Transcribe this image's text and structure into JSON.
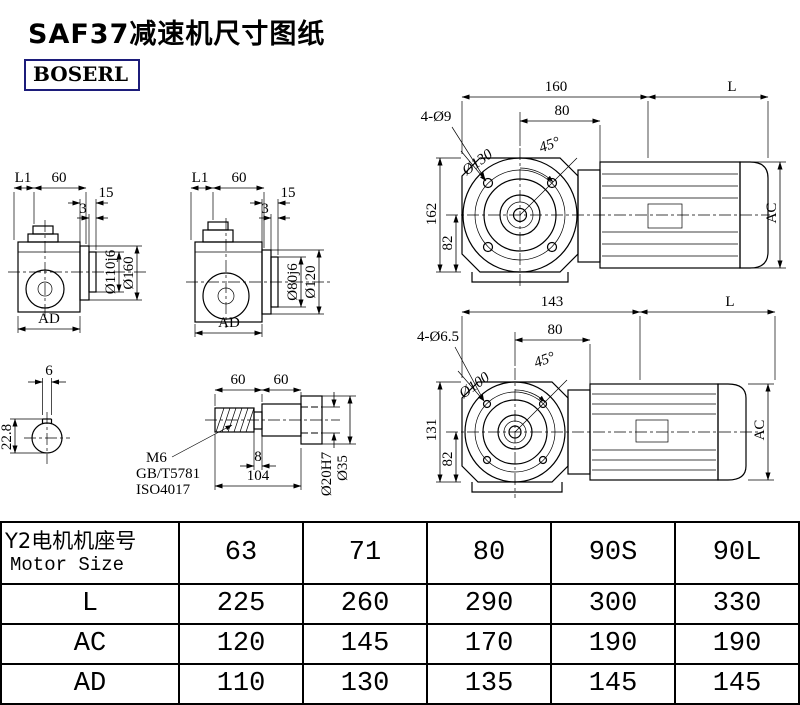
{
  "page": {
    "title": "SAF37减速机尺寸图纸",
    "logo": "BOSERL"
  },
  "dims": {
    "v1": {
      "l1": "L1",
      "s60": "60",
      "s15": "15",
      "s3": "3",
      "d1": "Ø110j6",
      "d2": "Ø160",
      "ad": "AD"
    },
    "v2": {
      "l1": "L1",
      "s60": "60",
      "s15": "15",
      "s3": "3",
      "d1": "Ø80j6",
      "d2": "Ø120",
      "ad": "AD"
    },
    "v3": {
      "w": "160",
      "L": "L",
      "holes": "4-Ø9",
      "s80": "80",
      "ang": "45°",
      "bc": "Ø130",
      "h": "162",
      "h2": "82",
      "ac": "AC"
    },
    "v4": {
      "w": "143",
      "L": "L",
      "holes": "4-Ø6.5",
      "s80": "80",
      "ang": "45°",
      "bc": "Ø100",
      "h": "131",
      "h2": "82",
      "ac": "AC"
    },
    "v5": {
      "kw": "6",
      "kd": "22.8"
    },
    "v6": {
      "a": "60",
      "b": "60",
      "m": "M6",
      "gb": "GB/T5781",
      "iso": "ISO4017",
      "g8": "8",
      "l": "104",
      "bore": "Ø20H7",
      "od": "Ø35"
    }
  },
  "table": {
    "header": {
      "cn": "Y2电机机座号",
      "en": "Motor Size",
      "values": [
        "63",
        "71",
        "80",
        "90S",
        "90L"
      ]
    },
    "rows": [
      {
        "label": "L",
        "values": [
          "225",
          "260",
          "290",
          "300",
          "330"
        ]
      },
      {
        "label": "AC",
        "values": [
          "120",
          "145",
          "170",
          "190",
          "190"
        ]
      },
      {
        "label": "AD",
        "values": [
          "110",
          "130",
          "135",
          "145",
          "145"
        ]
      }
    ]
  }
}
